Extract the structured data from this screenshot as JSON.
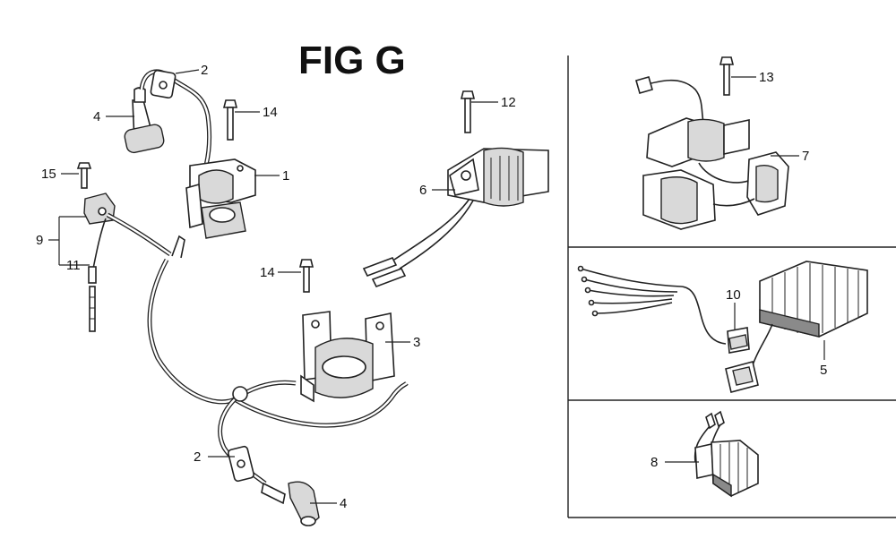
{
  "figure": {
    "title": "FIG G"
  },
  "callouts": {
    "c1": "1",
    "c2a": "2",
    "c2b": "2",
    "c3": "3",
    "c4a": "4",
    "c4b": "4",
    "c5": "5",
    "c6": "6",
    "c7": "7",
    "c8": "8",
    "c9": "9",
    "c10": "10",
    "c11": "11",
    "c12": "12",
    "c13": "13",
    "c14a": "14",
    "c14b": "14",
    "c15": "15"
  }
}
